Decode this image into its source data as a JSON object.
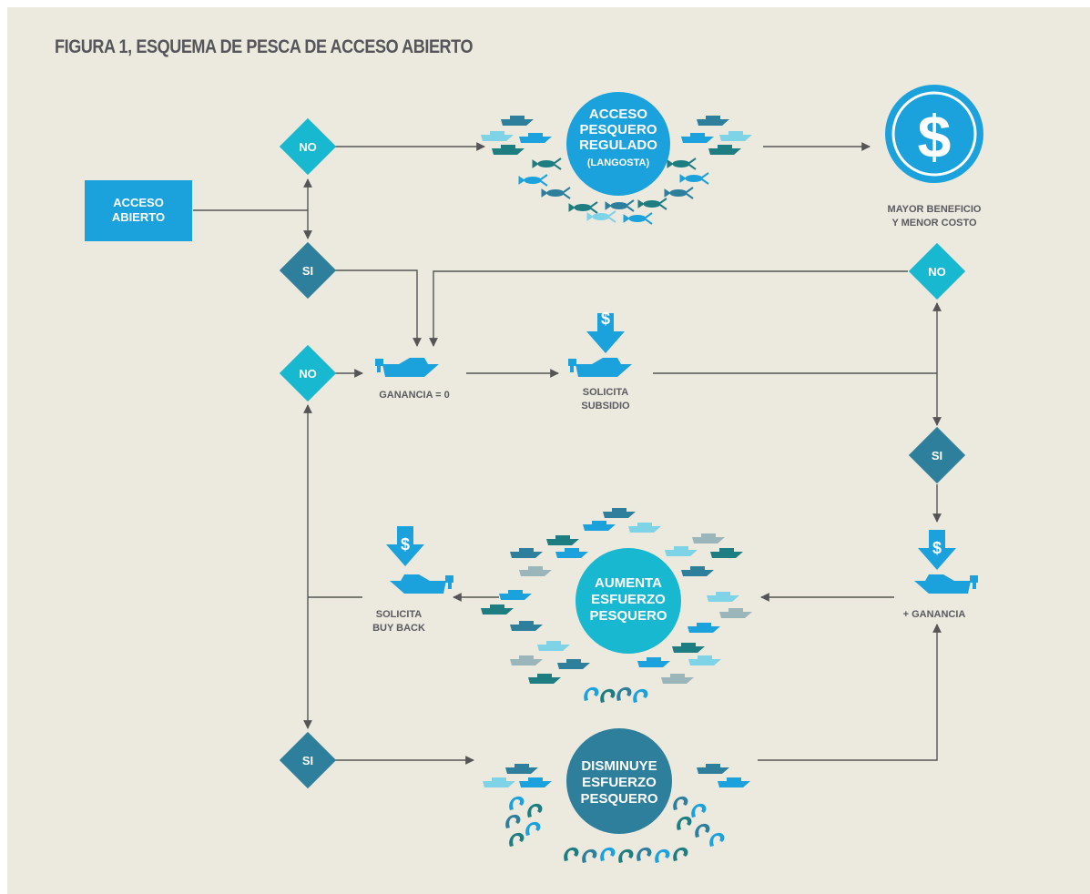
{
  "title": "FIGURA 1, ESQUEMA DE PESCA DE ACCESO ABIERTO",
  "colors": {
    "background": "#ece9df",
    "cyan": "#17b8d0",
    "teal_dark": "#2d7f9c",
    "blue": "#1ba2dd",
    "line": "#555555",
    "boat_teal": "#1d7d80",
    "boat_light": "#7fd3e6",
    "boat_gray": "#9bb6ba"
  },
  "start_box": {
    "line1": "ACCESO",
    "line2": "ABIERTO"
  },
  "decisions": {
    "no_top": "NO",
    "si_top": "SI",
    "no_middle": "NO",
    "no_right": "NO",
    "si_right": "SI",
    "si_bottom": "SI"
  },
  "circles": {
    "regulated": {
      "line1": "ACCESO",
      "line2": "PESQUERO",
      "line3": "REGULADO",
      "line4": "(LANGOSTA)"
    },
    "increase": {
      "line1": "AUMENTA",
      "line2": "ESFUERZO",
      "line3": "PESQUERO"
    },
    "decrease": {
      "line1": "DISMINUYE",
      "line2": "ESFUERZO",
      "line3": "PESQUERO"
    }
  },
  "coin": {
    "symbol": "$",
    "caption_line1": "MAYOR BENEFICIO",
    "caption_line2": "Y MENOR COSTO"
  },
  "boats": {
    "zero_profit": "GANANCIA = 0",
    "subsidy_line1": "SOLICITA",
    "subsidy_line2": "SUBSIDIO",
    "buyback_line1": "SOLICITA",
    "buyback_line2": "BUY BACK",
    "profit": "+ GANANCIA",
    "dollar": "$"
  }
}
